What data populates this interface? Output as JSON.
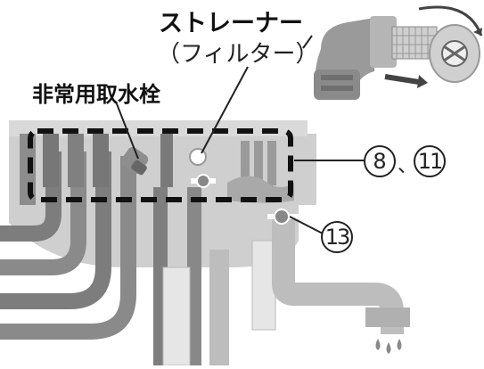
{
  "labels": {
    "strainer": "ストレーナー",
    "filter": "（フィルター）",
    "emergency_tap": "非常用取水栓"
  },
  "refs": {
    "ref_8": "8",
    "separator": "、",
    "ref_11": "11",
    "ref_13": "13"
  },
  "colors": {
    "unit_body": "#c8c8c8",
    "pipe_dark": "#7a7a7a",
    "pipe_light": "#bcbcbc",
    "dashed_box": "#111111"
  }
}
